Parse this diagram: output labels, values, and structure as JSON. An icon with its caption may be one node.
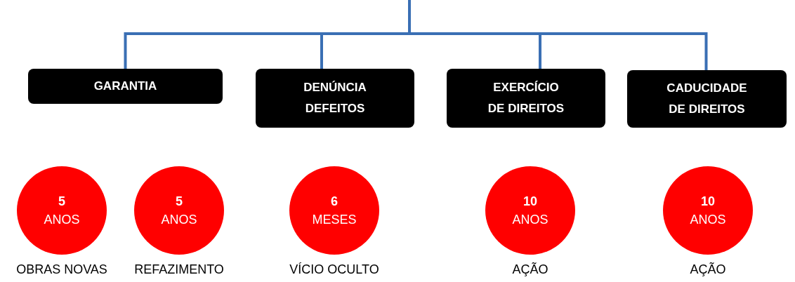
{
  "diagram": {
    "nodes": [
      {
        "text": [
          "GARANTIA"
        ]
      },
      {
        "text": [
          "DENÚNCIA DEFEITOS"
        ]
      },
      {
        "text": [
          "EXERCÍCIO DE DIREITOS"
        ]
      },
      {
        "text": [
          "CADUCIDADE DE DIREITOS"
        ]
      },
      {
        "text": [
          "5",
          "ANOS"
        ],
        "beside": [
          "OBRAS NOVAS"
        ]
      },
      {
        "text": [
          "5",
          "ANOS"
        ],
        "beside": [
          "REFAZIMENTO"
        ]
      },
      {
        "text": [
          "6",
          "MESES"
        ],
        "beside": [
          "VÍCIO OCULTO"
        ]
      },
      {
        "text": [
          "10",
          "ANOS"
        ],
        "beside": [
          "AÇÃO"
        ]
      },
      {
        "text": [
          "10",
          "ANOS"
        ],
        "beside": [
          "AÇÃO"
        ]
      }
    ],
    "edges": [
      {
        "from": null,
        "to": 0,
        "arrow": "none",
        "color": "#3a6fb4"
      },
      {
        "from": null,
        "to": 1,
        "arrow": "none",
        "color": "#3a6fb4"
      },
      {
        "from": null,
        "to": 2,
        "arrow": "none",
        "color": "#3a6fb4"
      },
      {
        "from": null,
        "to": 3,
        "arrow": "none",
        "color": "#3a6fb4"
      }
    ]
  }
}
